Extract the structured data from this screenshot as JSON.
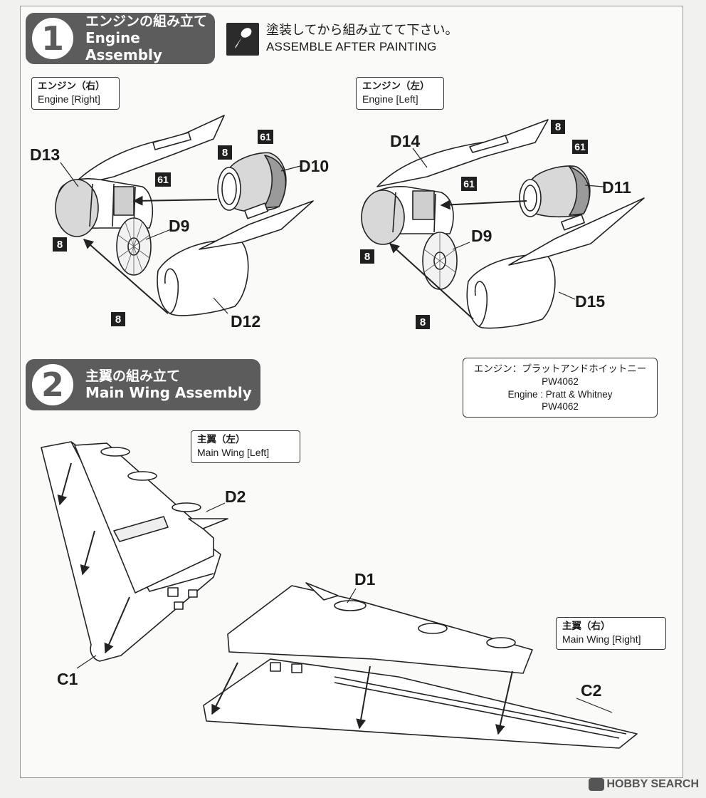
{
  "step1": {
    "number": "1",
    "title_jp": "エンジンの組み立て",
    "title_en": "Engine Assembly"
  },
  "paint_note": {
    "icon": "paint-brush-icon",
    "text_jp": "塗装してから組み立てて下さい。",
    "text_en": "ASSEMBLE AFTER PAINTING"
  },
  "engine_right": {
    "label_jp": "エンジン（右）",
    "label_en": "Engine [Right]",
    "parts": [
      "D13",
      "D10",
      "D9",
      "D12"
    ],
    "color_tags": [
      "8",
      "61",
      "8",
      "61",
      "8",
      "8"
    ]
  },
  "engine_left": {
    "label_jp": "エンジン（左）",
    "label_en": "Engine [Left]",
    "parts": [
      "D14",
      "D11",
      "D9",
      "D15"
    ],
    "color_tags": [
      "8",
      "61",
      "61",
      "8",
      "8"
    ]
  },
  "step2": {
    "number": "2",
    "title_jp": "主翼の組み立て",
    "title_en": "Main Wing Assembly"
  },
  "engine_info": {
    "line1": "エンジン：プラットアンドホイットニー",
    "line2": "PW4062",
    "line3": "Engine : Pratt & Whitney",
    "line4": "PW4062"
  },
  "wing_left": {
    "label_jp": "主翼（左）",
    "label_en": "Main Wing [Left]",
    "parts": [
      "D2",
      "C1"
    ]
  },
  "wing_right": {
    "label_jp": "主翼（右）",
    "label_en": "Main Wing [Right]",
    "parts": [
      "D1",
      "C2"
    ]
  },
  "watermark": {
    "brand": "HOBBY SEARCH",
    "icon": "hobbysearch-logo-icon"
  }
}
